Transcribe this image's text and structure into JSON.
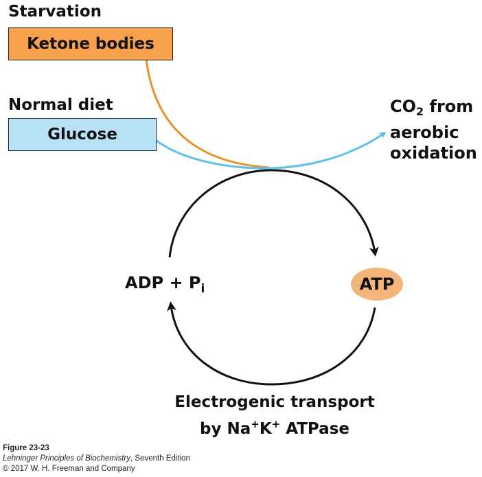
{
  "starvation": {
    "heading": "Starvation",
    "box_label": "Ketone bodies",
    "box_color": "#f7a14c",
    "arrow_color": "#e8902a"
  },
  "normal_diet": {
    "heading": "Normal diet",
    "box_label": "Glucose",
    "box_color": "#b7e1f5",
    "arrow_color": "#5fc0ea"
  },
  "co2_label": {
    "co2_main": "CO",
    "co2_sub": "2",
    "co2_rest": " from",
    "line2": "aerobic",
    "line3": "oxidation"
  },
  "cycle": {
    "atp_label": "ATP",
    "atp_color": "#f2b57a",
    "adp_main": "ADP + P",
    "adp_sub": "i",
    "transport_line1": "Electrogenic transport",
    "transport_prefix": "by Na",
    "transport_sup1": "+",
    "transport_k": "K",
    "transport_sup2": "+",
    "transport_suffix": " ATPase"
  },
  "credit": {
    "figure": "Figure 23-23",
    "book_title": "Lehninger Principles of Biochemistry",
    "edition": ", Seventh Edition",
    "copyright": "© 2017 W. H. Freeman and Company"
  }
}
